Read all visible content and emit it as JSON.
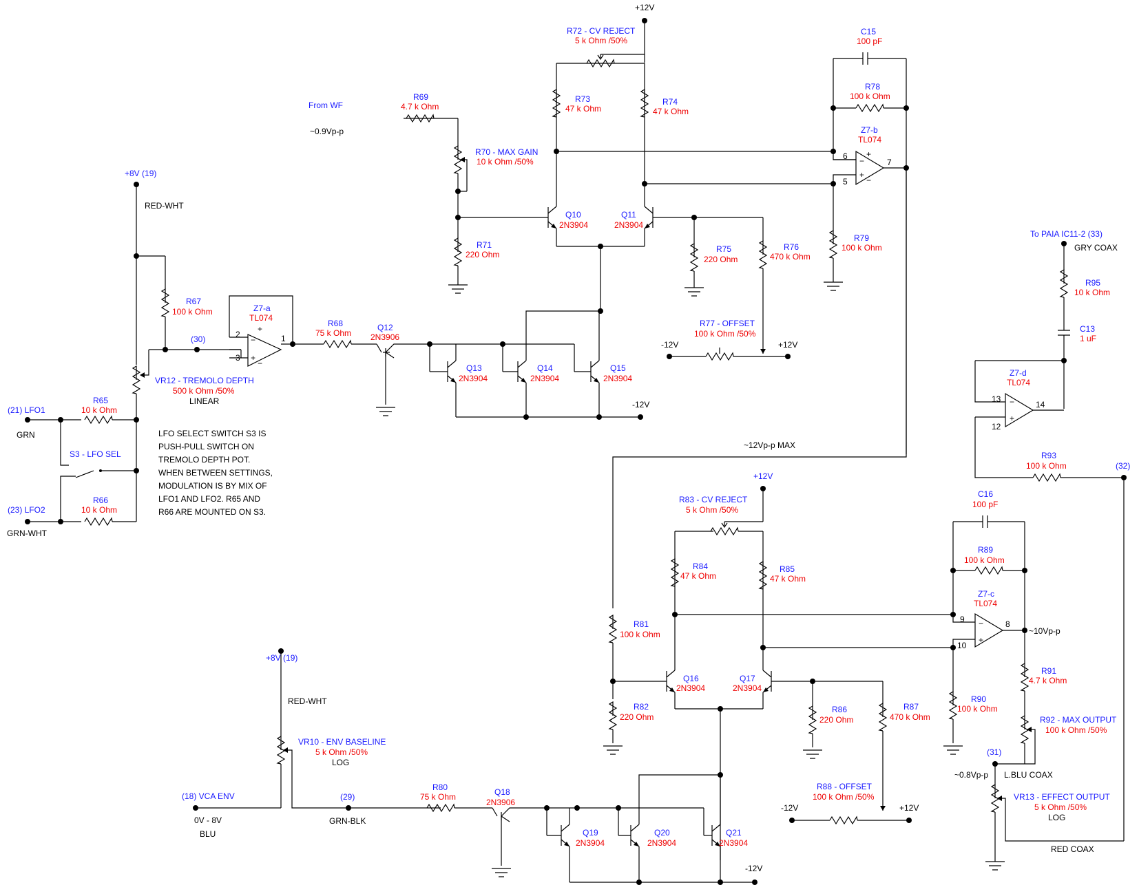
{
  "parts": {
    "r72": [
      "R72 - CV REJECT",
      "5 k Ohm /50%"
    ],
    "r73": [
      "R73",
      "47 k Ohm"
    ],
    "r74": [
      "R74",
      "47 k Ohm"
    ],
    "r69": [
      "R69",
      "4.7 k Ohm"
    ],
    "r70": [
      "R70 - MAX GAIN",
      "10 k Ohm /50%"
    ],
    "r71": [
      "R71",
      "220  Ohm"
    ],
    "r75": [
      "R75",
      "220  Ohm"
    ],
    "r76": [
      "R76",
      "470 k Ohm"
    ],
    "r77": [
      "R77 - OFFSET",
      "100 k Ohm /50%"
    ],
    "r78": [
      "R78",
      "100 k Ohm"
    ],
    "r79": [
      "R79",
      "100 k Ohm"
    ],
    "c15": [
      "C15",
      "100 pF"
    ],
    "z7b": [
      "Z7-b",
      "TL074"
    ],
    "q10": [
      "Q10",
      "2N3904"
    ],
    "q11": [
      "Q11",
      "2N3904"
    ],
    "r67": [
      "R67",
      "100 k Ohm"
    ],
    "z7a": [
      "Z7-a",
      "TL074"
    ],
    "r68": [
      "R68",
      "75 k Ohm"
    ],
    "q12": [
      "Q12",
      "2N3906"
    ],
    "q13": [
      "Q13",
      "2N3904"
    ],
    "q14": [
      "Q14",
      "2N3904"
    ],
    "q15": [
      "Q15",
      "2N3904"
    ],
    "vr12": [
      "VR12 - TREMOLO DEPTH",
      "500 k Ohm /50%",
      "LINEAR"
    ],
    "r65": [
      "R65",
      "10 k Ohm"
    ],
    "r66": [
      "R66",
      "10 k Ohm"
    ],
    "s3": [
      "S3 - LFO SEL"
    ],
    "r95": [
      "R95",
      "10 k Ohm"
    ],
    "c13": [
      "C13",
      "1 uF"
    ],
    "z7d": [
      "Z7-d",
      "TL074"
    ],
    "r93": [
      "R93",
      "100 k Ohm"
    ],
    "r83": [
      "R83 - CV REJECT",
      "5 k Ohm /50%"
    ],
    "r84": [
      "R84",
      "47 k Ohm"
    ],
    "r85": [
      "R85",
      "47 k Ohm"
    ],
    "r81": [
      "R81",
      "100 k Ohm"
    ],
    "r82": [
      "R82",
      "220  Ohm"
    ],
    "q16": [
      "Q16",
      "2N3904"
    ],
    "q17": [
      "Q17",
      "2N3904"
    ],
    "r86": [
      "R86",
      "220  Ohm"
    ],
    "r87": [
      "R87",
      "470 k Ohm"
    ],
    "r88": [
      "R88 - OFFSET",
      "100 k Ohm /50%"
    ],
    "c16": [
      "C16",
      "100 pF"
    ],
    "r89": [
      "R89",
      "100 k Ohm"
    ],
    "z7c": [
      "Z7-c",
      "TL074"
    ],
    "r90": [
      "R90",
      "100 k Ohm"
    ],
    "r91": [
      "R91",
      "4.7 k Ohm"
    ],
    "r92": [
      "R92 - MAX OUTPUT",
      "100 k Ohm /50%"
    ],
    "vr13": [
      "VR13 - EFFECT OUTPUT",
      "5 k Ohm /50%",
      "LOG"
    ],
    "vr10": [
      "VR10 - ENV BASELINE",
      "5 k Ohm /50%",
      "LOG"
    ],
    "r80": [
      "R80",
      "75 k Ohm"
    ],
    "q18": [
      "Q18",
      "2N3906"
    ],
    "q19": [
      "Q19",
      "2N3904"
    ],
    "q20": [
      "Q20",
      "2N3904"
    ],
    "q21": [
      "Q21",
      "2N3904"
    ]
  },
  "labels": {
    "plus12v": "+12V",
    "minus12v": "-12V",
    "from_wf": "From WF",
    "in_level": "~0.9Vp-p",
    "plus8v_19": "+8V (19)",
    "red_wht": "RED-WHT",
    "node30": "(30)",
    "node29": "(29)",
    "node31": "(31)",
    "node32": "(32)",
    "lfo1": "(21) LFO1",
    "lfo2": "(23) LFO2",
    "grn": "GRN",
    "grn_wht": "GRN-WHT",
    "to_paia": "To PAIA IC11-2 (33)",
    "gry_coax": "GRY COAX",
    "max12": "~12Vp-p MAX",
    "out10": "~10Vp-p",
    "out08": "~0.8Vp-p",
    "lblu_coax": "L.BLU COAX",
    "red_coax": "RED COAX",
    "vca_env": "(18) VCA ENV",
    "range08": "0V - 8V",
    "blu": "BLU",
    "grn_blk": "GRN-BLK"
  },
  "pins": {
    "p1": "1",
    "p2": "2",
    "p3": "3",
    "p5": "5",
    "p6": "6",
    "p7": "7",
    "p8": "8",
    "p9": "9",
    "p10": "10",
    "p12": "12",
    "p13": "13",
    "p14": "14"
  },
  "note": [
    "LFO SELECT SWITCH S3 IS",
    "PUSH-PULL SWITCH ON",
    "TREMOLO DEPTH POT.",
    "WHEN BETWEEN SETTINGS,",
    "MODULATION IS BY MIX OF",
    "LFO1 AND LFO2. R65 AND",
    "R66 ARE MOUNTED ON S3."
  ]
}
